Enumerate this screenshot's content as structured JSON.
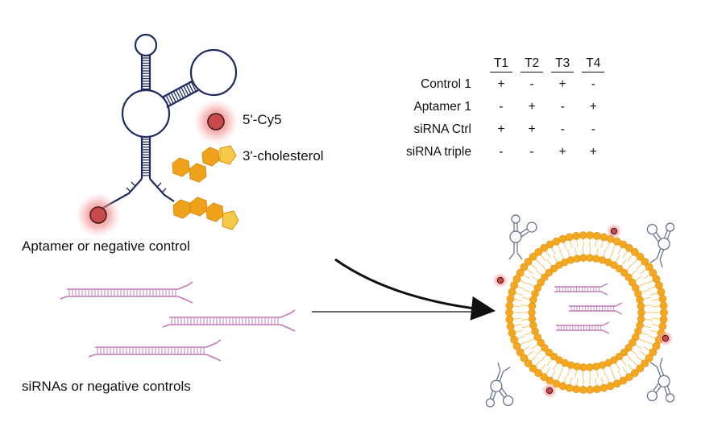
{
  "labels": {
    "cy5": "5'-Cy5",
    "cholesterol": "3'-cholesterol",
    "aptamer": "Aptamer or negative control",
    "sirna": "siRNAs or negative controls"
  },
  "table": {
    "columns": [
      "T1",
      "T2",
      "T3",
      "T4"
    ],
    "rows": [
      {
        "label": "Control 1",
        "cells": [
          "+",
          "-",
          "+",
          "-"
        ]
      },
      {
        "label": "Aptamer 1",
        "cells": [
          "-",
          "+",
          "-",
          "+"
        ]
      },
      {
        "label": "siRNA Ctrl",
        "cells": [
          "+",
          "+",
          "-",
          "-"
        ]
      },
      {
        "label": "siRNA triple",
        "cells": [
          "-",
          "-",
          "+",
          "+"
        ]
      }
    ]
  },
  "colors": {
    "aptamer": "#1f2b5e",
    "dye": "#c94a4a",
    "cholesterol": "#f0a21a",
    "sirna": "#c27bb8",
    "membrane": "#f3a81f",
    "arrow": "#111111"
  }
}
